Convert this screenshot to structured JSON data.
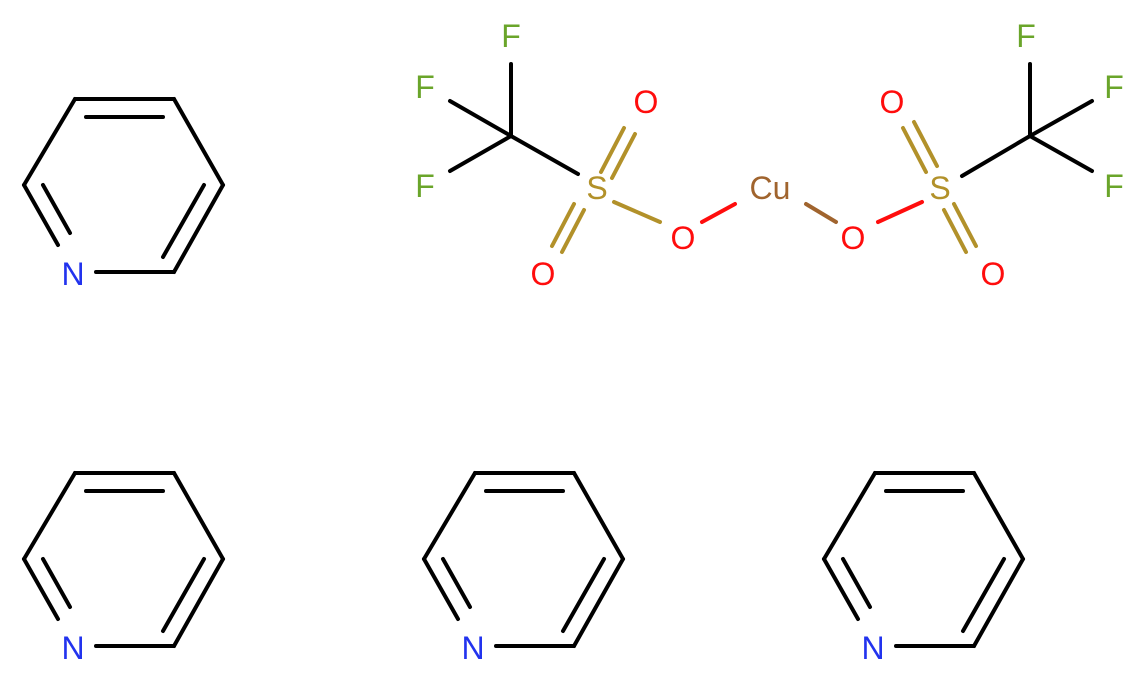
{
  "colors": {
    "carbon": "#000000",
    "nitrogen": "#2233ee",
    "oxygen": "#ff0d0d",
    "sulfur": "#b2912a",
    "fluorine": "#6aa52a",
    "copper": "#a0642e",
    "background": "#ffffff"
  },
  "triflate_left": {
    "f_top": "F",
    "f_mid": "F",
    "f_low": "F",
    "s": "S",
    "o_upper": "O",
    "o_lower": "O",
    "o_bridge": "O"
  },
  "copper": {
    "label": "Cu"
  },
  "triflate_right": {
    "o_bridge": "O",
    "s": "S",
    "o_upper": "O",
    "o_lower": "O",
    "f_top": "F",
    "f_mid": "F",
    "f_low": "F"
  },
  "pyridines": [
    {
      "n": "N"
    },
    {
      "n": "N"
    },
    {
      "n": "N"
    },
    {
      "n": "N"
    }
  ]
}
